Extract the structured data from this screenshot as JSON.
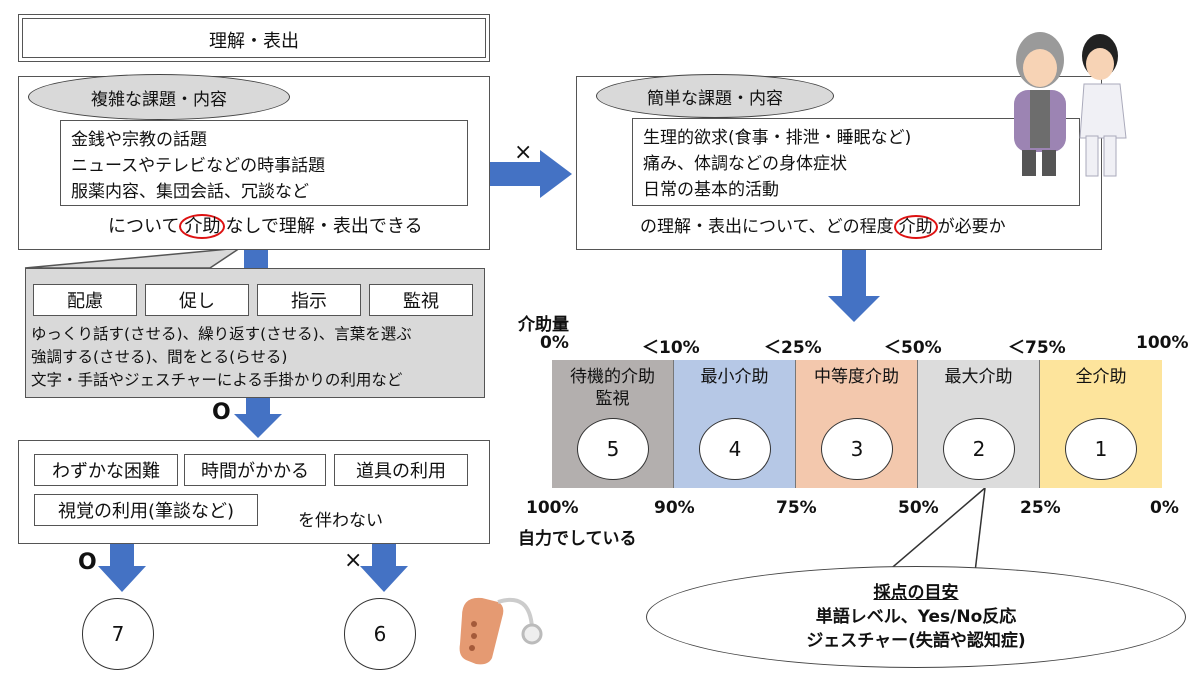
{
  "title": "理解・表出",
  "complex": {
    "label": "複雑な課題・内容",
    "lines": [
      "金銭や宗教の話題",
      "ニュースやテレビなどの時事話題",
      "服薬内容、集団会話、冗談など"
    ],
    "footer_pre": "について",
    "footer_highlight": "介助",
    "footer_post": "なしで理解・表出できる"
  },
  "simple": {
    "label": "簡単な課題・内容",
    "lines": [
      "生理的欲求(食事・排泄・睡眠など)",
      "痛み、体調などの身体症状",
      "日常の基本的活動"
    ],
    "footer_pre": "の理解・表出について、どの程度",
    "footer_highlight": "介助",
    "footer_post": "が必要か"
  },
  "cross_mark": "×",
  "support": {
    "tags": [
      "配慮",
      "促し",
      "指示",
      "監視"
    ],
    "lines": [
      "ゆっくり話す(させる)、繰り返す(させる)、言葉を選ぶ",
      "強調する(させる)、間をとる(らせる)",
      "文字・手話やジェスチャーによる手掛かりの利用など"
    ]
  },
  "circle_mark": "O",
  "difficulty": {
    "tags": [
      "わずかな困難",
      "時間がかかる",
      "道具の利用",
      "視覚の利用(筆談など)"
    ],
    "suffix": "を伴わない"
  },
  "outcomes": {
    "yes_mark": "O",
    "no_mark": "×",
    "score_yes": "7",
    "score_no": "6"
  },
  "scale": {
    "title_top": "介助量",
    "title_bottom": "自力でしている",
    "top_ticks": [
      "0%",
      "＜10%",
      "＜25%",
      "＜50%",
      "＜75%",
      "100%"
    ],
    "bottom_ticks": [
      "100%",
      "90%",
      "75%",
      "50%",
      "25%",
      "0%"
    ],
    "segments": [
      {
        "label": "待機的介助\n監視",
        "score": "5",
        "color": "#b3afae"
      },
      {
        "label": "最小介助",
        "score": "4",
        "color": "#b6c8e6"
      },
      {
        "label": "中等度介助",
        "score": "3",
        "color": "#f3c8ad"
      },
      {
        "label": "最大介助",
        "score": "2",
        "color": "#dcdcdc"
      },
      {
        "label": "全介助",
        "score": "1",
        "color": "#fde49c"
      }
    ]
  },
  "note": {
    "title": "採点の目安",
    "lines": [
      "単語レベル、Yes/No反応",
      "ジェスチャー(失語や認知症)"
    ]
  },
  "colors": {
    "arrow": "#4472c4",
    "highlight": "#d11"
  }
}
